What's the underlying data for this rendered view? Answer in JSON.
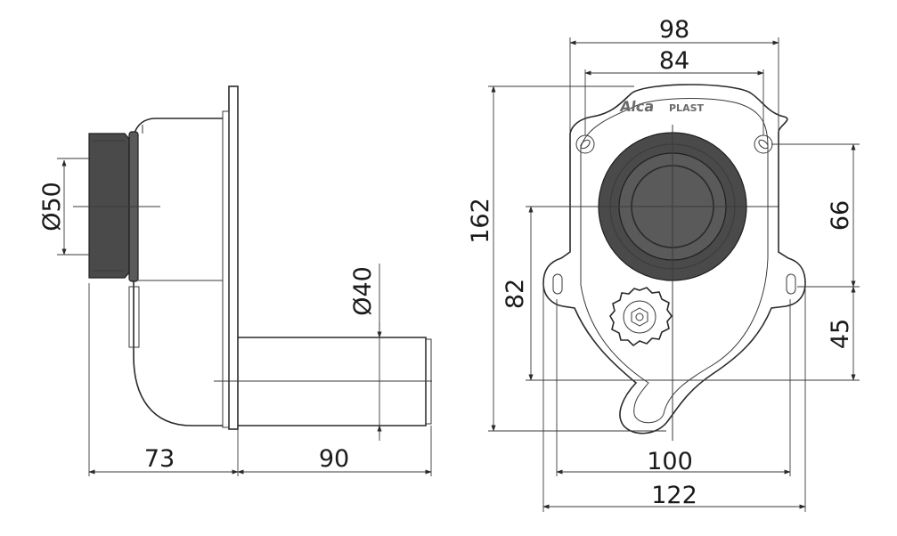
{
  "brand": {
    "name_main": "Alca",
    "name_sub": "PLAST"
  },
  "side_view": {
    "inlet_diameter": "Ø50",
    "outlet_diameter": "Ø40",
    "depth": "73",
    "outlet_length": "90"
  },
  "front_view": {
    "overall_width": "98",
    "hole_spacing": "84",
    "height": "162",
    "center_height": "82",
    "upper_offset": "66",
    "lower_offset": "45",
    "base_width": "100",
    "flange_width": "122"
  }
}
